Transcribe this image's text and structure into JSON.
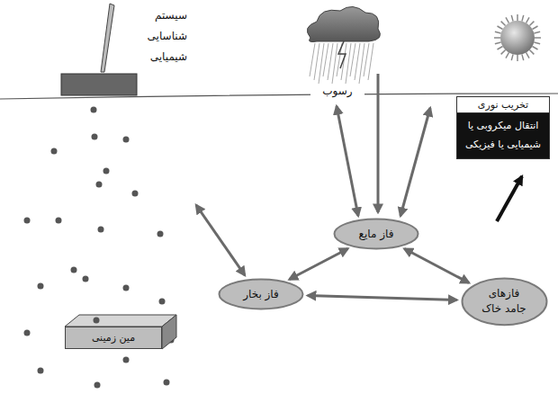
{
  "diagram": {
    "nodes": [
      {
        "text": [
          "تخریب نوری",
          "انتقال میکروبی یا شیمیایی یا فیزیکی"
        ]
      },
      {
        "text": [
          "فاز مایع"
        ]
      },
      {
        "text": [
          "فاز بخار"
        ]
      },
      {
        "text": [
          "فازهای جامد خاک"
        ]
      },
      {
        "text": [
          "مین زمینی"
        ]
      }
    ],
    "edges": [
      {
        "from": 1,
        "to": 2,
        "arrow": "both"
      },
      {
        "from": 1,
        "to": 3,
        "arrow": "both"
      },
      {
        "from": 2,
        "to": 3,
        "arrow": "both"
      }
    ],
    "labels": [
      "سیستم شناسایی شیمیایی",
      "رسوب"
    ]
  }
}
